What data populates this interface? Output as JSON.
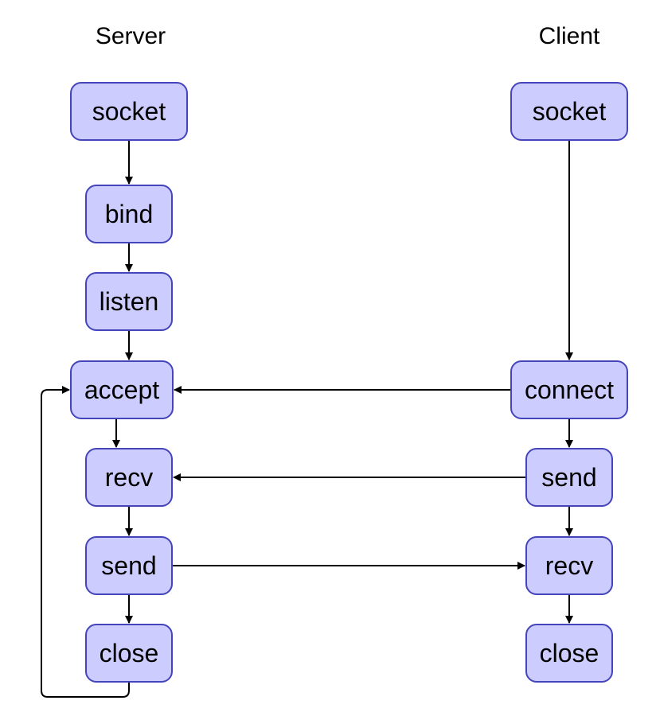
{
  "columns": {
    "server": "Server",
    "client": "Client"
  },
  "server_nodes": {
    "socket": "socket",
    "bind": "bind",
    "listen": "listen",
    "accept": "accept",
    "recv": "recv",
    "send": "send",
    "close": "close"
  },
  "client_nodes": {
    "socket": "socket",
    "connect": "connect",
    "send": "send",
    "recv": "recv",
    "close": "close"
  },
  "colors": {
    "node_fill": "#ccccff",
    "node_border": "#4444bb",
    "edge": "#000000"
  },
  "edges": [
    {
      "from": "server.socket",
      "to": "server.bind"
    },
    {
      "from": "server.bind",
      "to": "server.listen"
    },
    {
      "from": "server.listen",
      "to": "server.accept"
    },
    {
      "from": "server.accept",
      "to": "server.recv"
    },
    {
      "from": "server.recv",
      "to": "server.send"
    },
    {
      "from": "server.send",
      "to": "server.close"
    },
    {
      "from": "server.close",
      "to": "server.accept"
    },
    {
      "from": "client.socket",
      "to": "client.connect"
    },
    {
      "from": "client.connect",
      "to": "client.send"
    },
    {
      "from": "client.send",
      "to": "client.recv"
    },
    {
      "from": "client.recv",
      "to": "client.close"
    },
    {
      "from": "client.connect",
      "to": "server.accept"
    },
    {
      "from": "client.send",
      "to": "server.recv"
    },
    {
      "from": "server.send",
      "to": "client.recv"
    }
  ]
}
